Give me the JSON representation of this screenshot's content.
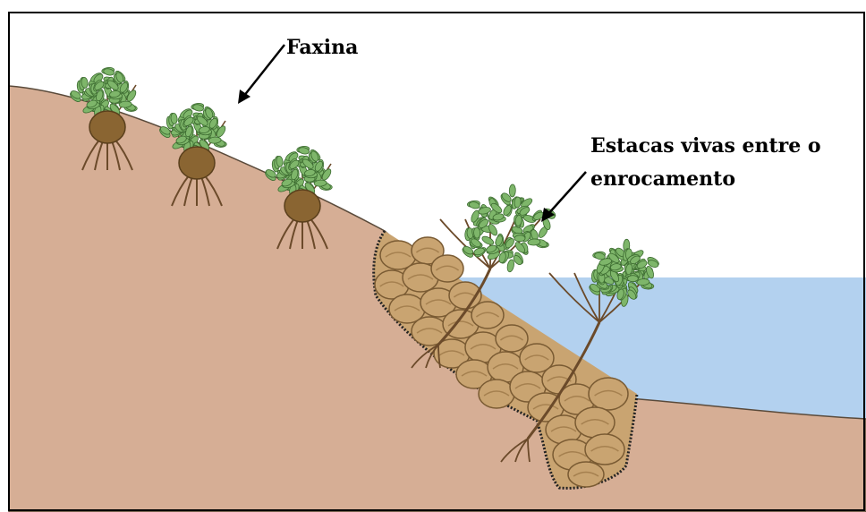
{
  "labels": {
    "faxina": "Faxina",
    "estacas_line1": "Estacas vivas entre o",
    "estacas_line2": "enrocamento"
  },
  "colors": {
    "soil": "#d6ae95",
    "water": "#b3d1ef",
    "rock_fill": "#c9a471",
    "rock_stroke": "#7a5b33",
    "root": "#6b4a2a",
    "rootball": "#8a6532",
    "leaf": "#7eb66a",
    "leaf_stroke": "#3c6b30",
    "frame": "#000000"
  },
  "icons": {
    "faxina_plant": "leafy-shrub-icon",
    "live_stake": "branching-tree-icon",
    "rock": "boulder-icon",
    "arrow": "pointer-arrow-icon"
  }
}
